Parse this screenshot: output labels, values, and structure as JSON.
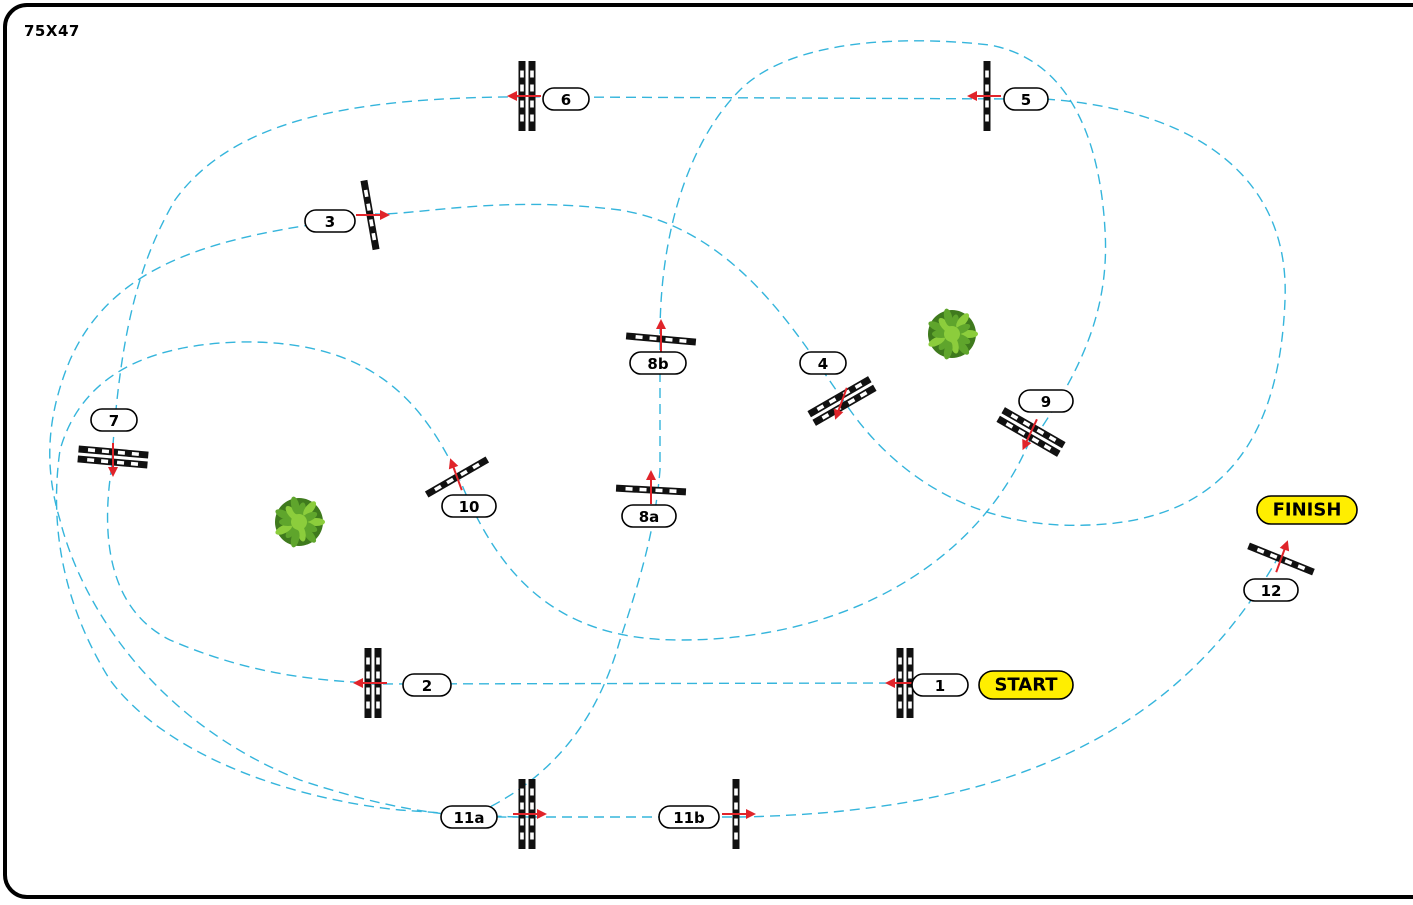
{
  "arena": {
    "dimensions": "75X47",
    "colors": {
      "path": "#35b5dc",
      "arrow": "#e0242a",
      "pole_dark": "#111111",
      "pole_light": "#ffffff",
      "tag": "#ffee00",
      "bush_dark": "#3f7a1d",
      "bush_light": "#8ccd3c"
    },
    "start_label": "START",
    "finish_label": "FINISH"
  },
  "obstacles": [
    {
      "id": "1"
    },
    {
      "id": "2"
    },
    {
      "id": "3"
    },
    {
      "id": "4"
    },
    {
      "id": "5"
    },
    {
      "id": "6"
    },
    {
      "id": "7"
    },
    {
      "id": "8a"
    },
    {
      "id": "8b"
    },
    {
      "id": "9"
    },
    {
      "id": "10"
    },
    {
      "id": "11a"
    },
    {
      "id": "11b"
    },
    {
      "id": "12"
    }
  ],
  "decorations": [
    "bush-icon",
    "bush-icon"
  ]
}
